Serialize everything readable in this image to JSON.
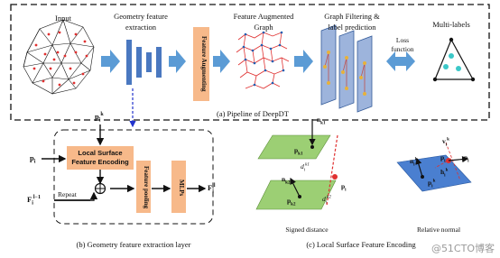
{
  "pipeline": {
    "caption": "(a) Pipeline of DeepDT",
    "stages": {
      "input": "Input",
      "geometry": [
        "Geometry feature",
        "extraction"
      ],
      "augmenting": "Feature Augmenting",
      "augmented_graph": [
        "Feature Augmented",
        "Graph"
      ],
      "filtering": [
        "Graph Filtering &",
        "label prediction"
      ],
      "loss": [
        "Loss",
        "function"
      ],
      "multilabels": "Multi-labels"
    }
  },
  "geometry_layer": {
    "caption": "(b) Geometry feature extraction layer",
    "lsfe": [
      "Local Surface",
      "Feature Encoding"
    ],
    "feature_pooling": "Feature pooling",
    "mlps": "MLPs",
    "repeat": "Repeat",
    "p_i": "p",
    "p_k": "p",
    "f_in": "F",
    "f_out": "F"
  },
  "lsfe_panel": {
    "caption": "(c) Local Surface Feature Encoding",
    "signed_distance": "Signed distance",
    "relative_normal": "Relative normal",
    "d_k1": "d",
    "d_k2": "d",
    "p_i": "p"
  },
  "watermark": "@51CTO博客",
  "colors": {
    "arrow_blue": "#5b9bd5",
    "stage_blue": "#4a78c0",
    "orange_box": "#f7b98a",
    "plane_green": "#9ccf74",
    "plane_blue": "#4a7fd0",
    "point_red": "#e03030",
    "dashed_link": "#2233cc"
  }
}
